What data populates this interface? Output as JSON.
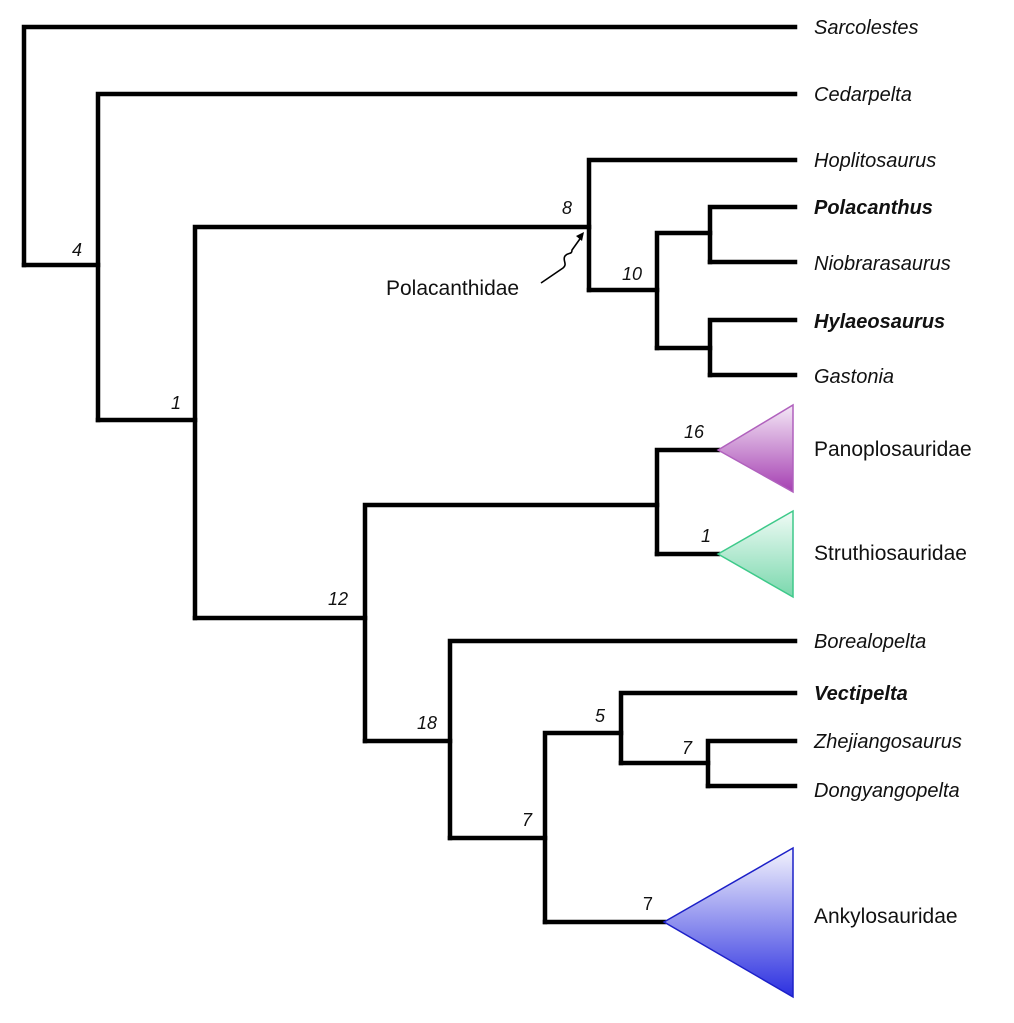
{
  "tree": {
    "taxa": {
      "sarcolestes": {
        "label": "Sarcolestes",
        "bold": false
      },
      "cedarpelta": {
        "label": "Cedarpelta",
        "bold": false
      },
      "hoplitosaurus": {
        "label": "Hoplitosaurus",
        "bold": false
      },
      "polacanthus": {
        "label": "Polacanthus",
        "bold": true
      },
      "niobrarasaurus": {
        "label": "Niobrarasaurus",
        "bold": false
      },
      "hylaeosaurus": {
        "label": "Hylaeosaurus",
        "bold": true
      },
      "gastonia": {
        "label": "Gastonia",
        "bold": false
      },
      "borealopelta": {
        "label": "Borealopelta",
        "bold": false
      },
      "vectipelta": {
        "label": "Vectipelta",
        "bold": true
      },
      "zhejiangosaurus": {
        "label": "Zhejiangosaurus",
        "bold": false
      },
      "dongyangopelta": {
        "label": "Dongyangopelta",
        "bold": false
      }
    },
    "collapsed_clades": {
      "panoplosauridae": {
        "label": "Panoplosauridae",
        "color_top": "#f4e8f6",
        "color_bottom": "#a53fb2",
        "stroke": "#b061bd"
      },
      "struthiosauridae": {
        "label": "Struthiosauridae",
        "color_top": "#f0fbf6",
        "color_bottom": "#7ad8ad",
        "stroke": "#3ec98a"
      },
      "ankylosauridae": {
        "label": "Ankylosauridae",
        "color_top": "#f4f4fd",
        "color_bottom": "#2b2fe0",
        "stroke": "#1c20c8"
      }
    },
    "support_values": {
      "node_root": "4",
      "node_cedarpelta_plus": "1",
      "node_polacanthidae": "8",
      "node_polacanthinae": "10",
      "node_nodosaurid_group": "12",
      "node_panoplo_struthio_pano": "16",
      "node_panoplo_struthio_struthio": "1",
      "node_borealopelta_plus": "18",
      "node_vectipelta_plus": "7",
      "node_vectipelta_group": "5",
      "node_zhejiang_dongyang": "7",
      "node_ankylosauridae": "7"
    },
    "annotations": {
      "polacanthidae": "Polacanthidae"
    }
  }
}
